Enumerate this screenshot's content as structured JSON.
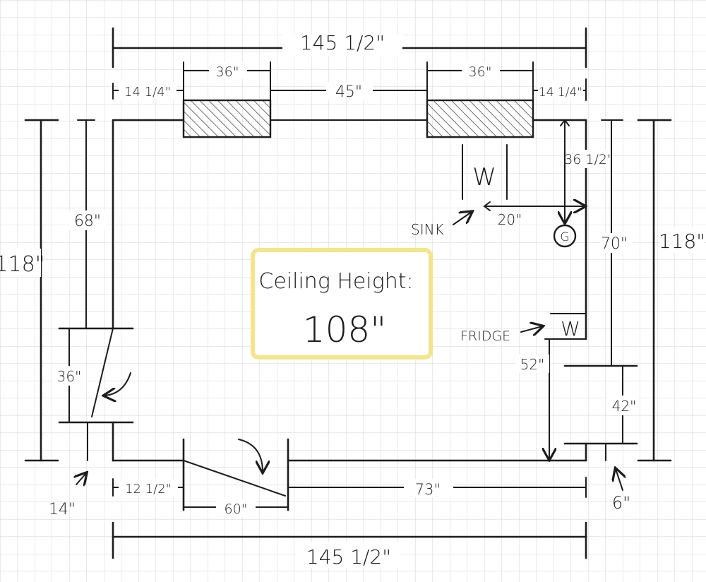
{
  "dimensions": {
    "top_total": "145 1/2\"",
    "bottom_total": "145 1/2\"",
    "top_left_offset": "14 1/4\"",
    "top_right_offset": "14 1/4\"",
    "window_left": "36\"",
    "window_right": "36\"",
    "between_windows": "45\"",
    "left_wall_outer": "118\"",
    "right_wall_outer": "118\"",
    "left_upper": "68\"",
    "left_door": "36\"",
    "left_bottom_gap": "14\"",
    "right_upper": "36 1/2\"",
    "right_middle": "70\"",
    "fridge_span": "52\"",
    "right_door": "42\"",
    "right_bottom_gap": "6\"",
    "bottom_left_offset": "12 1/2\"",
    "bottom_door": "60\"",
    "bottom_right": "73\"",
    "sink_offset": "20\""
  },
  "labels": {
    "sink": "SINK",
    "fridge": "FRIDGE",
    "water_symbol_sink": "W",
    "water_symbol_fridge": "W",
    "gas_symbol": "G"
  },
  "ceiling": {
    "title": "Ceiling Height:",
    "value": "108\"",
    "box_color": "#f3e58b"
  },
  "colors": {
    "ink": "#1c1c1c",
    "grid": "#d6d6d6",
    "hatch": "#6e6e6e"
  }
}
